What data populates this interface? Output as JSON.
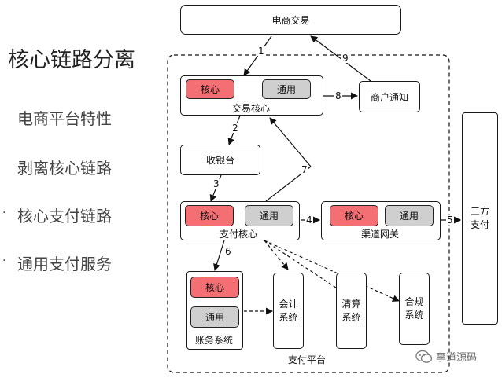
{
  "left": {
    "title": "核心链路分离",
    "points": [
      "电商平台特性",
      "剥离核心链路",
      "核心支付链路",
      "通用支付服务"
    ]
  },
  "nodes": {
    "ecommerce": "电商交易",
    "merchant_notify": "商户通知",
    "trade_core": {
      "label": "交易核心",
      "core": "核心",
      "common": "通用"
    },
    "cashier": "收银台",
    "pay_core": {
      "label": "支付核心",
      "core": "核心",
      "common": "通用"
    },
    "channel_gateway": {
      "label": "渠道网关",
      "core": "核心",
      "common": "通用"
    },
    "third_party": "三方\n支付",
    "accounting": {
      "label": "账务系统",
      "core": "核心",
      "common": "通用"
    },
    "finance": "会计\n系统",
    "clearing": "清算\n系统",
    "compliance": "合规\n系统",
    "platform": "支付平台"
  },
  "edges": [
    "1",
    "2",
    "3",
    "4",
    "5",
    "6",
    "7",
    "8",
    "9"
  ],
  "watermark": "享道源码",
  "colors": {
    "core": "#f36f73",
    "common": "#cfcfcf"
  }
}
